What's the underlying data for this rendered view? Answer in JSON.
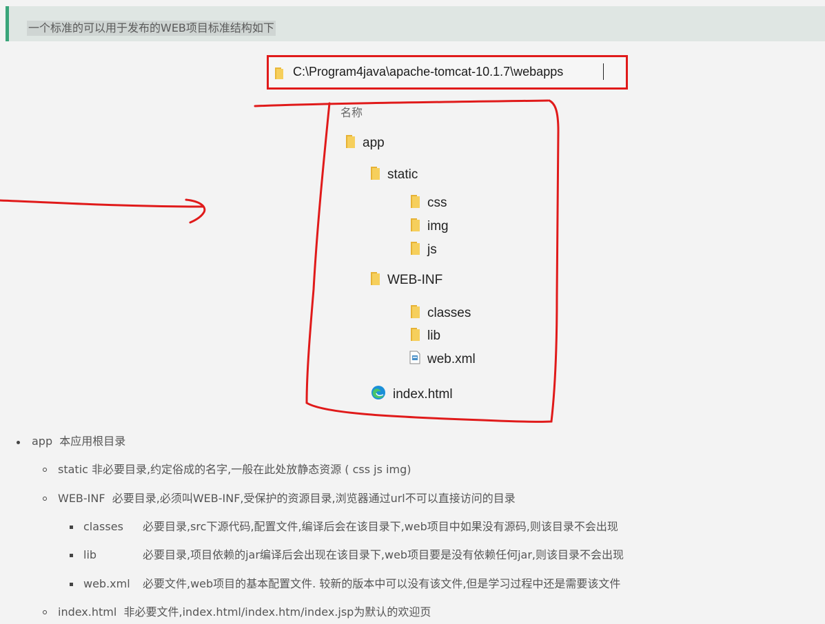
{
  "banner": {
    "text": "一个标准的可以用于发布的WEB项目标准结构如下"
  },
  "explorer": {
    "path": "C:\\Program4java\\apache-tomcat-10.1.7\\webapps",
    "column_header": "名称",
    "items": [
      {
        "label": "app",
        "icon": "folder-icon"
      },
      {
        "label": "static",
        "icon": "folder-icon"
      },
      {
        "label": "css",
        "icon": "folder-icon"
      },
      {
        "label": "img",
        "icon": "folder-icon"
      },
      {
        "label": "js",
        "icon": "folder-icon"
      },
      {
        "label": "WEB-INF",
        "icon": "folder-icon"
      },
      {
        "label": "classes",
        "icon": "folder-icon"
      },
      {
        "label": "lib",
        "icon": "folder-icon"
      },
      {
        "label": "web.xml",
        "icon": "xml-file-icon"
      },
      {
        "label": "index.html",
        "icon": "edge-html-icon"
      }
    ]
  },
  "notes": [
    {
      "name": "app",
      "desc": "本应用根目录"
    },
    {
      "name": "static",
      "desc": "非必要目录,约定俗成的名字,一般在此处放静态资源 ( css  js  img)"
    },
    {
      "name": "WEB-INF",
      "desc": "必要目录,必须叫WEB-INF,受保护的资源目录,浏览器通过url不可以直接访问的目录"
    },
    {
      "name": "classes",
      "desc": "必要目录,src下源代码,配置文件,编译后会在该目录下,web项目中如果没有源码,则该目录不会出现"
    },
    {
      "name": "lib",
      "desc": "必要目录,项目依赖的jar编译后会出现在该目录下,web项目要是没有依赖任何jar,则该目录不会出现"
    },
    {
      "name": "web.xml",
      "desc": "必要文件,web项目的基本配置文件. 较新的版本中可以没有该文件,但是学习过程中还是需要该文件"
    },
    {
      "name": "index.html",
      "desc": "非必要文件,index.html/index.htm/index.jsp为默认的欢迎页"
    }
  ],
  "colors": {
    "annotation_red": "#e01a1a",
    "banner_accent": "#3aa57a",
    "folder_yellow": "#f3c64b"
  }
}
